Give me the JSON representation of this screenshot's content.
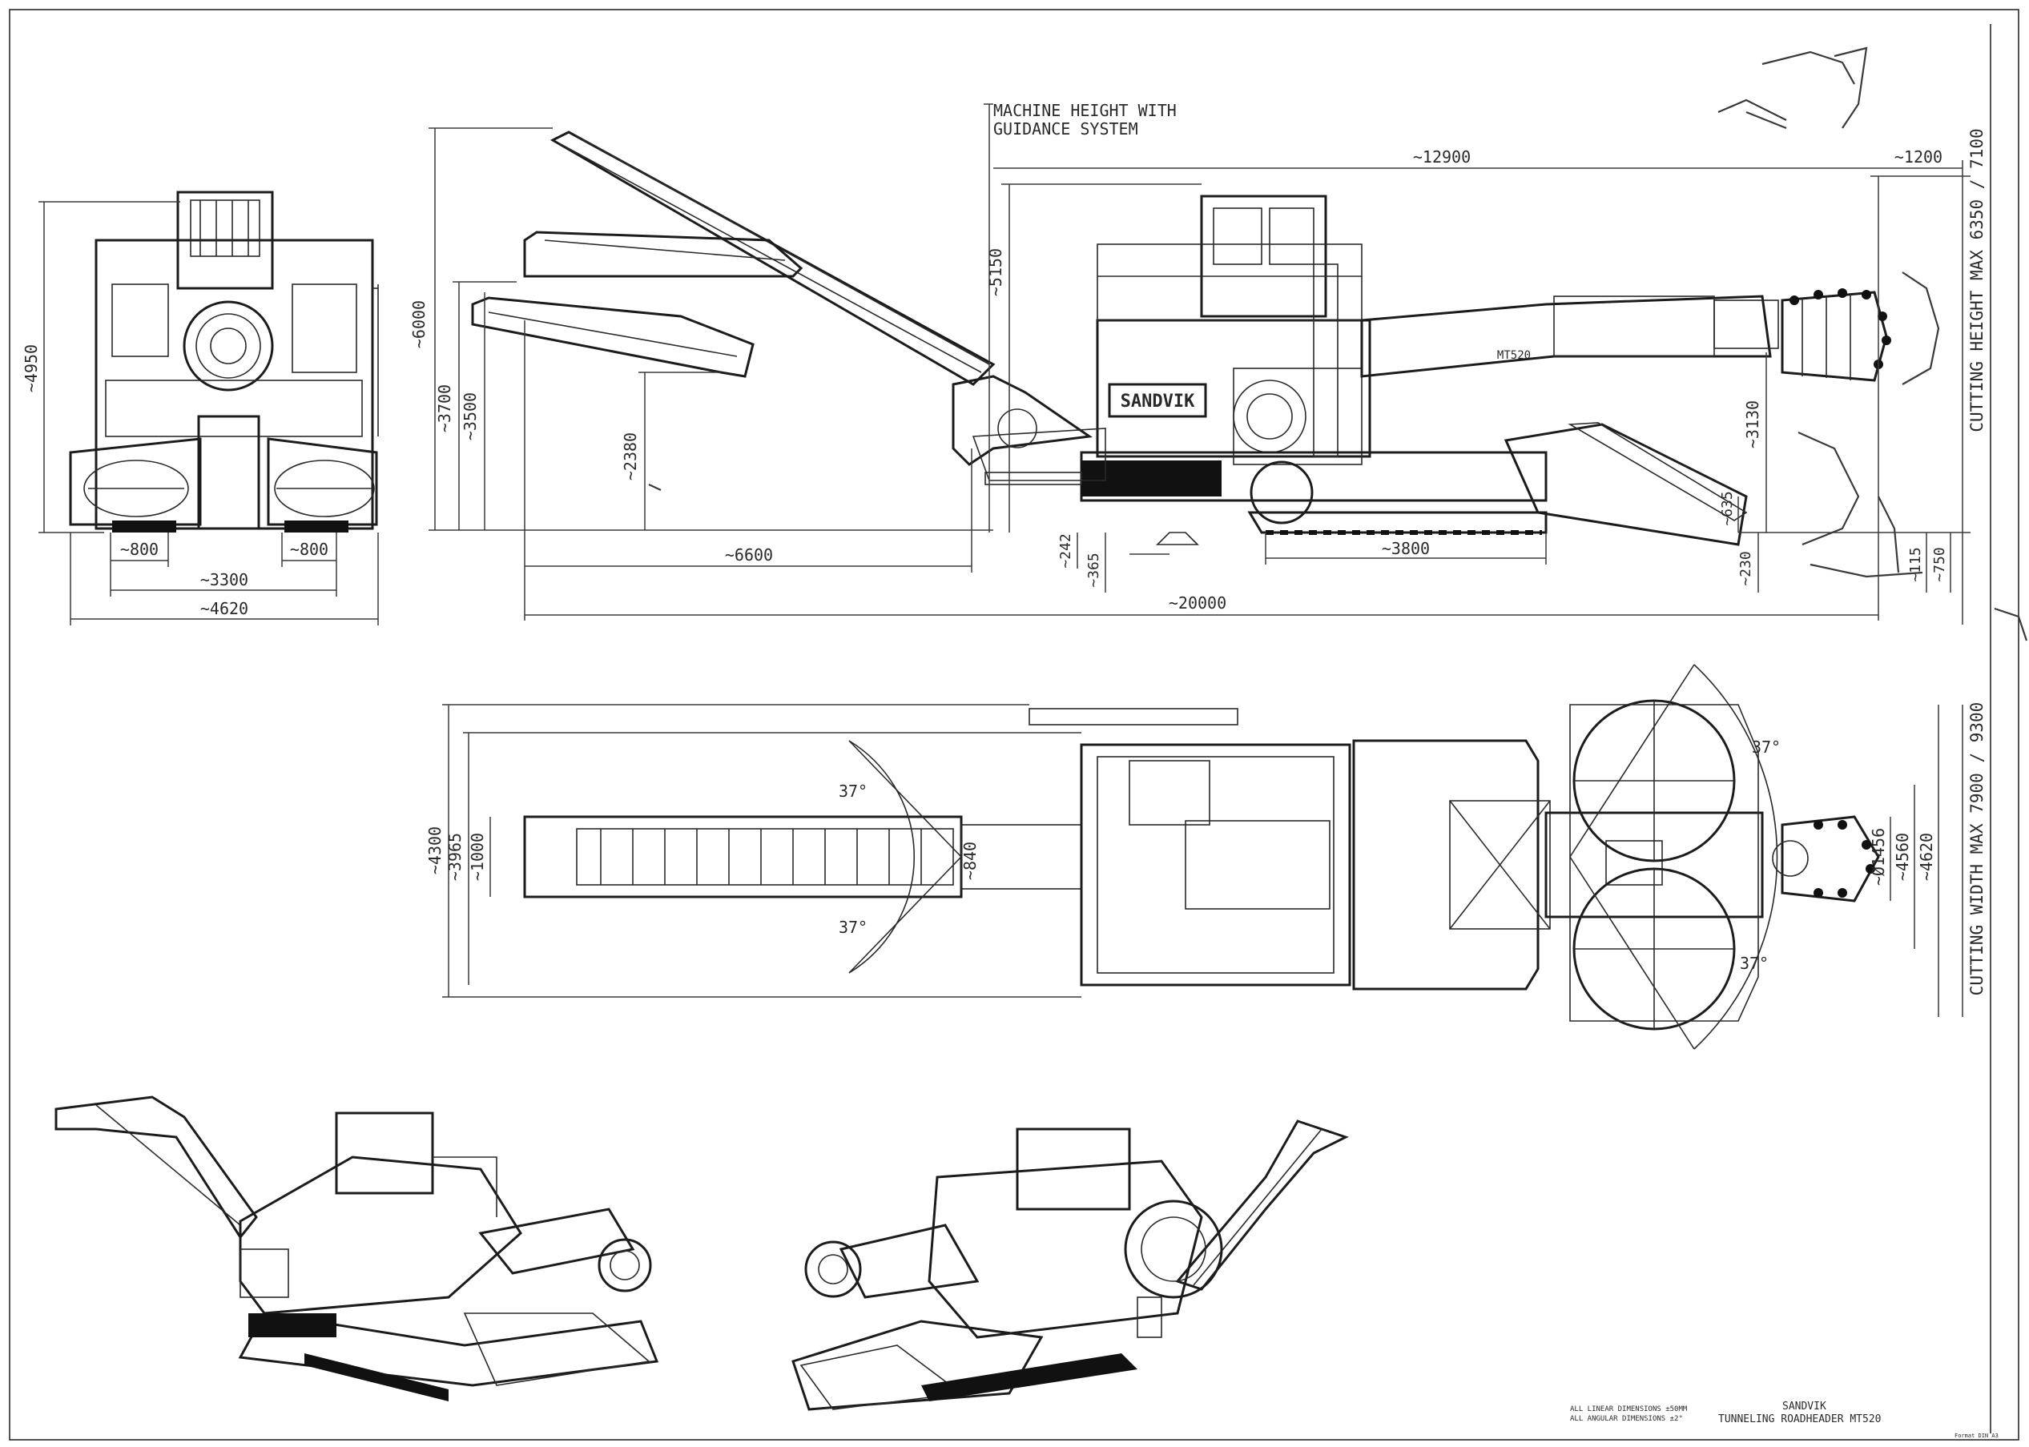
{
  "note": {
    "line1": "MACHINE HEIGHT WITH",
    "line2": "GUIDANCE SYSTEM"
  },
  "front_view": {
    "d4950": "~4950",
    "d800a": "~800",
    "d800b": "~800",
    "d3300": "~3300",
    "d4620": "~4620"
  },
  "side_view": {
    "d12900": "~12900",
    "d1200": "~1200",
    "d6000": "~6000",
    "d5150": "~5150",
    "d3700": "~3700",
    "d3500": "~3500",
    "d2380": "~2380",
    "d6600": "~6600",
    "d242": "~242",
    "d365": "~365",
    "d3800": "~3800",
    "d20000": "~20000",
    "d3130": "~3130",
    "d635": "~635",
    "d230": "~230",
    "d115": "~115",
    "d750": "~750",
    "cutting_height": "CUTTING HEIGHT MAX 6350 / 7100",
    "brand": "SANDVIK",
    "model": "MT520"
  },
  "top_view": {
    "d4300": "~4300",
    "d3965": "~3965",
    "d1000": "~1000",
    "d840": "~840",
    "ang1": "37°",
    "ang2": "37°",
    "ang3": "37°",
    "ang4": "37°",
    "d1456": "~Ø1456",
    "d4560": "~4560",
    "d4620": "~4620",
    "cutting_width": "CUTTING WIDTH MAX 7900 / 9300"
  },
  "footer": {
    "tol1": "ALL LINEAR DIMENSIONS ±50MM",
    "tol2": "ALL ANGULAR DIMENSIONS ±2°",
    "company": "SANDVIK",
    "title": "TUNNELING ROADHEADER MT520",
    "sheet": "Format DIN A3"
  }
}
